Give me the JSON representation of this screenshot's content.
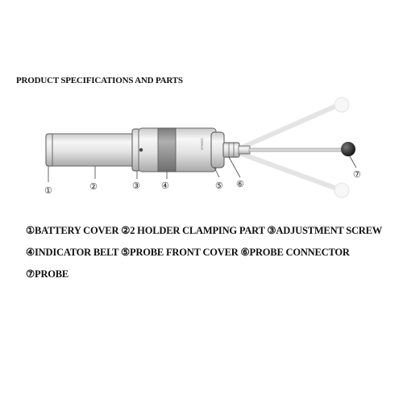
{
  "heading": "PRODUCT SPECIFICATIONS AND PARTS",
  "callouts": [
    "①",
    "②",
    "③",
    "④",
    "⑤",
    "⑥",
    "⑦"
  ],
  "legend": {
    "line1": "①BATTERY COVER ②2 HOLDER CLAMPING PART ③ADJUSTMENT SCREW",
    "line2": "④INDICATOR BELT ⑤PROBE FRONT COVER ⑥PROBE CONNECTOR",
    "line3": "⑦PROBE"
  },
  "colors": {
    "body": "#e6e6e6",
    "outline": "#555555",
    "belt": "#8f8f8f",
    "ghost": "#d4d4d4",
    "ball": "#1a1a1a"
  }
}
